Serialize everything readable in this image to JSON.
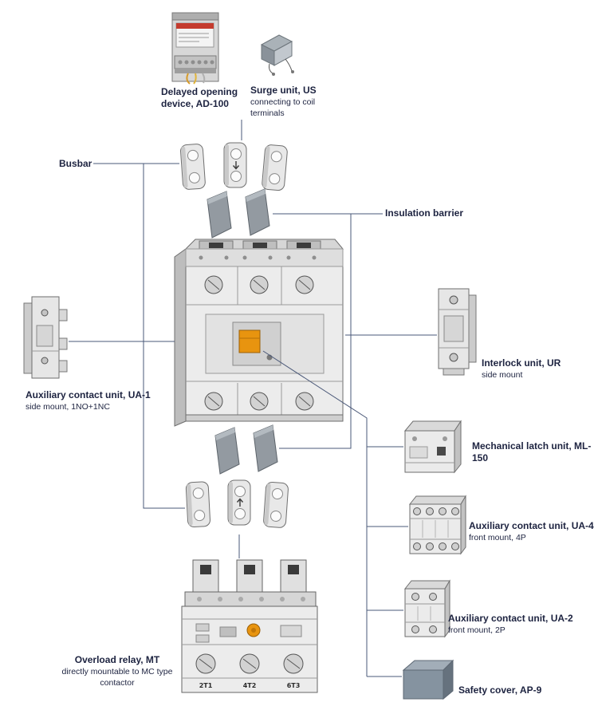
{
  "labels": {
    "delayed_opening_device": {
      "title": "Delayed opening device, AD-100"
    },
    "surge_unit": {
      "title": "Surge unit, US",
      "subtitle": "connecting to coil terminals"
    },
    "busbar": {
      "title": "Busbar"
    },
    "insulation_barrier": {
      "title": "Insulation barrier"
    },
    "aux_contact_ua1": {
      "title": "Auxiliary contact unit, UA-1",
      "subtitle": "side mount, 1NO+1NC"
    },
    "interlock_ur": {
      "title": "Interlock unit, UR",
      "subtitle": "side mount"
    },
    "mechanical_latch_ml150": {
      "title": "Mechanical latch unit, ML-150"
    },
    "aux_contact_ua4": {
      "title": "Auxiliary contact unit, UA-4",
      "subtitle": "front mount, 4P"
    },
    "aux_contact_ua2": {
      "title": "Auxiliary contact unit, UA-2",
      "subtitle": "front mount, 2P"
    },
    "safety_cover_ap9": {
      "title": "Safety cover, AP-9"
    },
    "overload_relay_mt": {
      "title": "Overload relay, MT",
      "subtitle": "directly mountable to MC type contactor"
    }
  },
  "device_markings": {
    "overload_relay_terminals": [
      "2T1",
      "4T2",
      "6T3"
    ]
  },
  "colors": {
    "label_text": "#1d2340",
    "connector_line": "#4a5878",
    "accent_orange": "#e8940f",
    "safety_cover_fill": "#8593a0"
  }
}
